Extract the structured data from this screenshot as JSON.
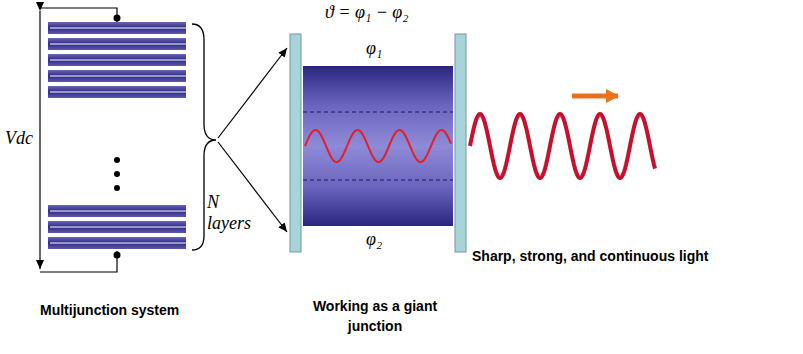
{
  "diagram": {
    "labels": [
      "ϑ = φ₁ − φ₂",
      "φ₁",
      "φ₂",
      "N layers",
      "Vdc",
      "Sharp, strong, and continuous light",
      "Multijunction system",
      "Working as a giant junction"
    ]
  }
}
